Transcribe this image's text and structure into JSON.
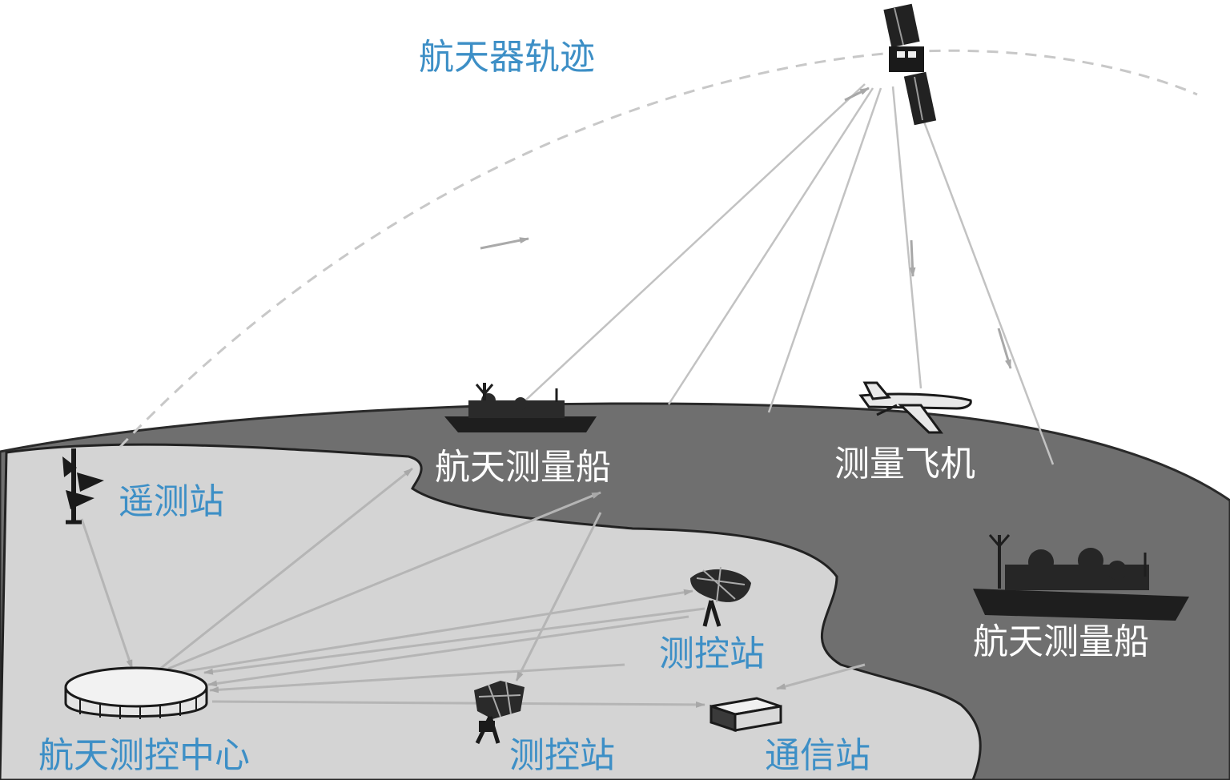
{
  "labels": {
    "trajectory": "航天器轨迹",
    "ship_left": "航天测量船",
    "aircraft": "测量飞机",
    "telemetry_station": "遥测站",
    "ship_right": "航天测量船",
    "tc_station_right": "测控站",
    "control_center": "航天测控中心",
    "tc_station_bottom": "测控站",
    "comm_station": "通信站"
  },
  "colors": {
    "label_on_land": "#3d8fc6",
    "label_on_sea": "#ffffff",
    "sea": "#6f6f6f",
    "land": "#d4d4d4",
    "link_lines": "#b5b5b5"
  }
}
